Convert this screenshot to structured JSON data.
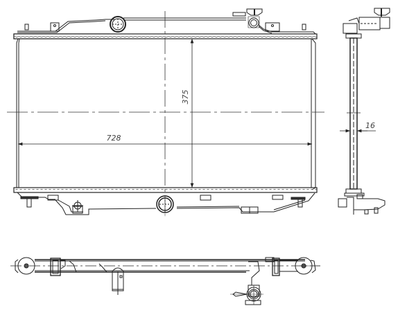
{
  "drawing": {
    "subject": "Radiator technical drawing",
    "views": [
      "front-view",
      "side-view",
      "bottom-view"
    ],
    "dimensions": {
      "width": "728",
      "height": "375",
      "depth": "16"
    },
    "colors": {
      "line": "#222222",
      "centerline": "#333333",
      "background": "#ffffff"
    }
  }
}
